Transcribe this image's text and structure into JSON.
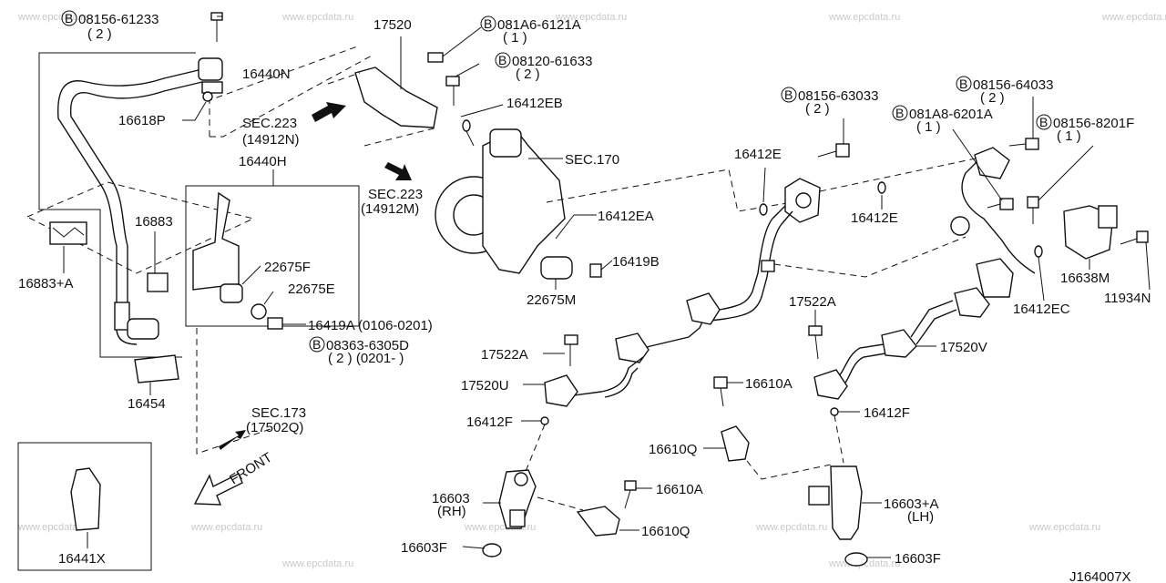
{
  "watermarks": [
    "www.epcdata.ru",
    "www.epcdata.ru",
    "www.epcdata.ru",
    "www.epcdata.ru",
    "www.epcdata.ru",
    "www.epcdata.ru",
    "www.epcdata.ru",
    "www.epcdata.ru",
    "www.epcdata.ru",
    "www.epcdata.ru",
    "www.epcdata.ru",
    "www.epcdata.ru"
  ],
  "bolt_symbol": "B",
  "labels": {
    "b_08156_61233": "08156-61233",
    "b_08156_61233_qty": "( 2 )",
    "p_16440N": "16440N",
    "p_16618P": "16618P",
    "sec223_a": "SEC.223",
    "sec223_a_sub": "(14912N)",
    "p_17520": "17520",
    "b_081A6_6121A": "081A6-6121A",
    "b_081A6_6121A_qty": "( 1 )",
    "b_08120_61633": "08120-61633",
    "b_08120_61633_qty": "( 2 )",
    "p_16412EB": "16412EB",
    "sec170": "SEC.170",
    "p_16440H": "16440H",
    "sec223_b": "SEC.223",
    "sec223_b_sub": "(14912M)",
    "p_16412EA": "16412EA",
    "p_16883": "16883",
    "p_16883A": "16883+A",
    "p_22675F": "22675F",
    "p_22675E": "22675E",
    "p_16419A": "16419A (0106-0201)",
    "b_08363_6305D": "08363-6305D",
    "b_08363_6305D_qty": "( 2 ) (0201-     )",
    "p_16419B": "16419B",
    "p_22675M": "22675M",
    "p_16454": "16454",
    "sec173": "SEC.173",
    "sec173_sub": "(17502Q)",
    "front": "FRONT",
    "p_16441X": "16441X",
    "b_08156_63033": "08156-63033",
    "b_08156_63033_qty": "( 2 )",
    "b_08156_64033": "08156-64033",
    "b_08156_64033_qty": "( 2 )",
    "b_081A8_6201A": "081A8-6201A",
    "b_081A8_6201A_qty": "( 1 )",
    "b_08156_8201F": "08156-8201F",
    "b_08156_8201F_qty": "( 1 )",
    "p_16412E_top": "16412E",
    "p_16412E_mid": "16412E",
    "p_16638M": "16638M",
    "p_11934N": "11934N",
    "p_16412EC": "16412EC",
    "p_17522A_left": "17522A",
    "p_17522A_right": "17522A",
    "p_17520U": "17520U",
    "p_17520V": "17520V",
    "p_16412F_left": "16412F",
    "p_16412F_right": "16412F",
    "p_16610A_top": "16610A",
    "p_16610A_bottom": "16610A",
    "p_16610Q_top": "16610Q",
    "p_16610Q_bottom": "16610Q",
    "p_16603": "16603",
    "p_16603_rh": "(RH)",
    "p_16603A": "16603+A",
    "p_16603A_lh": "(LH)",
    "p_16603F_left": "16603F",
    "p_16603F_right": "16603F",
    "diagram_id": "J164007X"
  }
}
